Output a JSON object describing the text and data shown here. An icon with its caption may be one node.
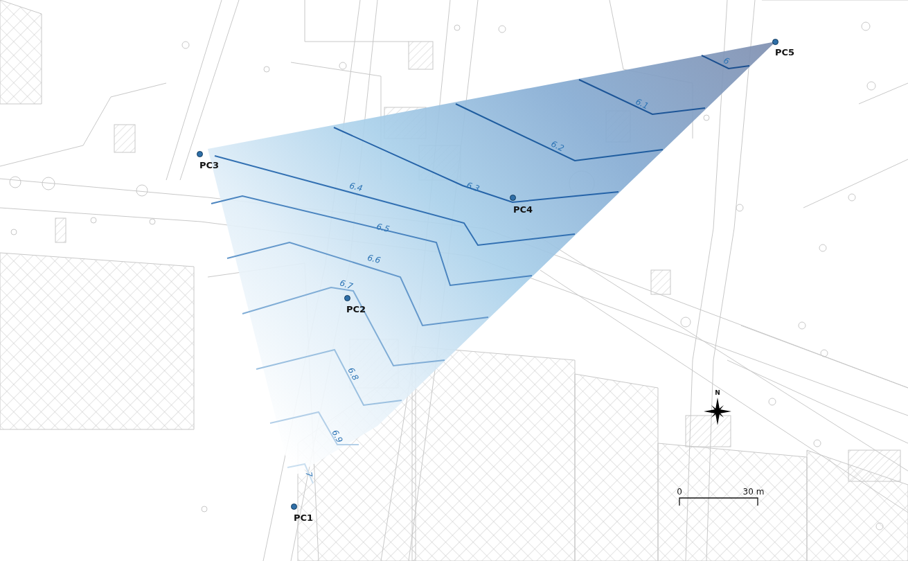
{
  "diagram": {
    "nodes": [
      {
        "text": [],
        "shape": "circle",
        "beside": [
          "PC5"
        ]
      },
      {
        "text": [],
        "shape": "circle",
        "beside": [
          "PC3"
        ]
      },
      {
        "text": [],
        "shape": "circle",
        "beside": [
          "PC4"
        ]
      },
      {
        "text": [],
        "shape": "circle",
        "beside": [
          "PC2"
        ]
      },
      {
        "text": [],
        "shape": "circle",
        "beside": [
          "PC1"
        ]
      }
    ],
    "labels": [
      "6",
      "6.1",
      "6.2",
      "6.3",
      "6.4",
      "6.5",
      "6.6",
      "6.7",
      "6.8",
      "6.9",
      "7",
      "N",
      "0",
      "30 m"
    ]
  }
}
